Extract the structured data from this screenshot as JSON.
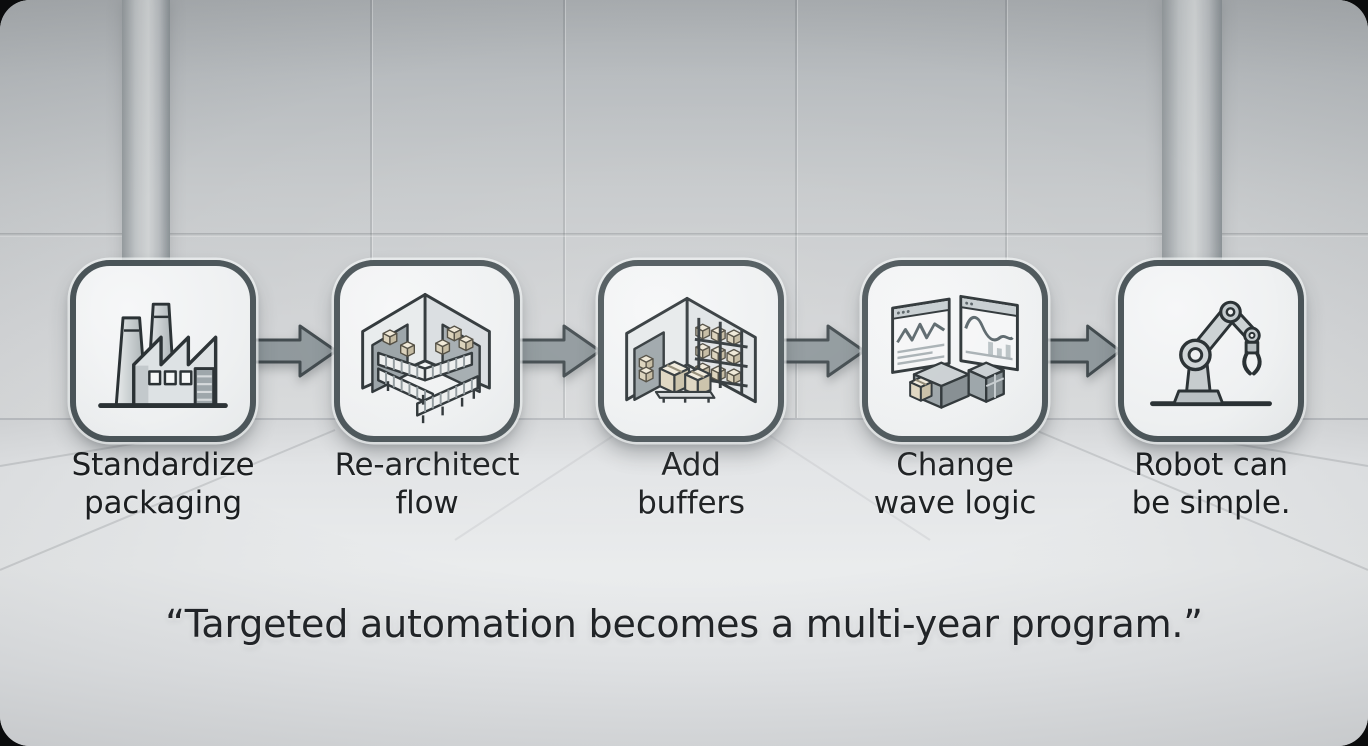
{
  "scene_type": "process-flow-infographic",
  "setting": "empty light-gray warehouse room with paneled wall, two pillars and bright floor",
  "steps": [
    {
      "label": "Standardize\npackaging",
      "icon": "factory-icon"
    },
    {
      "label": "Re-architect\nflow",
      "icon": "conveyor-warehouse-icon"
    },
    {
      "label": "Add\nbuffers",
      "icon": "warehouse-shelves-icon"
    },
    {
      "label": "Change\nwave logic",
      "icon": "dashboard-monitors-icon"
    },
    {
      "label": "Robot can\nbe simple.",
      "icon": "robot-arm-icon"
    }
  ],
  "connector": {
    "type": "right-arrow",
    "count": 4
  },
  "quote": {
    "text": "“Targeted automation becomes a multi-year program.”"
  },
  "colors": {
    "card_border": "#4a5458",
    "card_fill": "#f2f3f4",
    "arrow_fill": "#8d969a",
    "arrow_outline": "#3d464a",
    "wall": "#c6c9cb",
    "floor": "#e8eaec",
    "text": "#1b1e20",
    "box_tan": "#e9e1cd"
  }
}
